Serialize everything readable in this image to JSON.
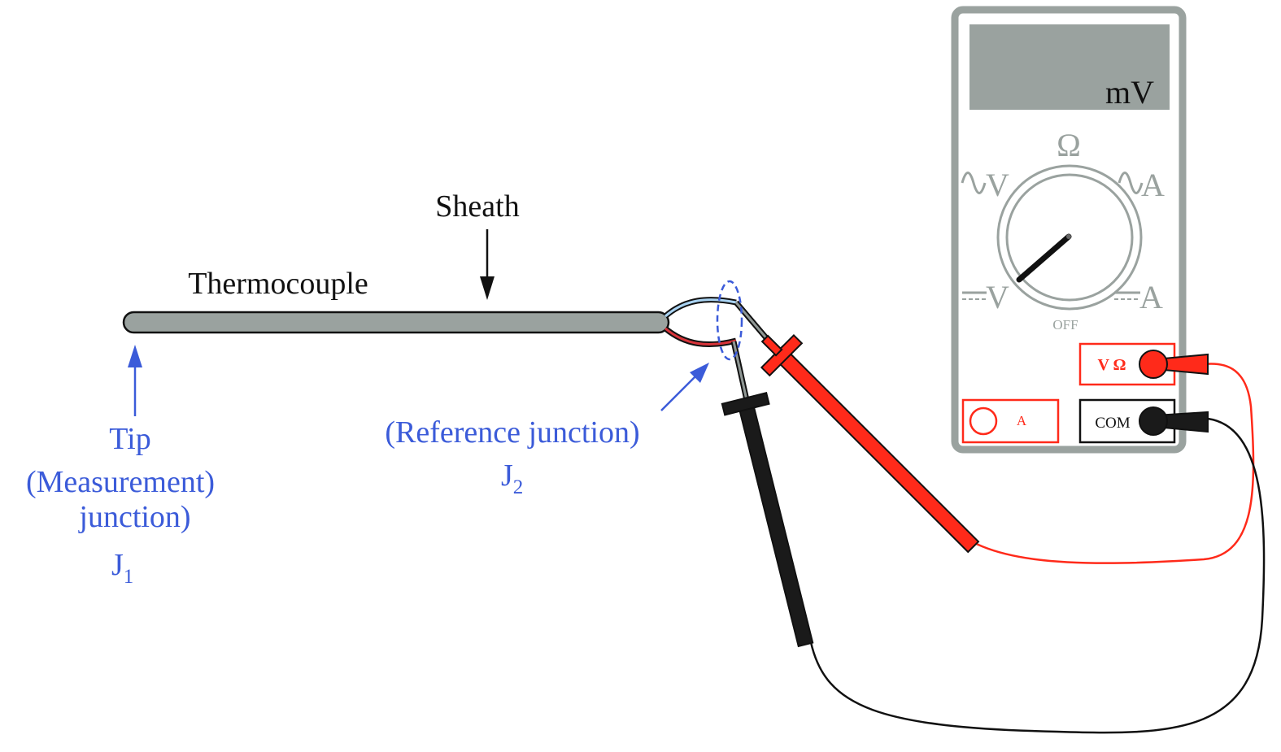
{
  "labels": {
    "sheath": "Sheath",
    "thermocouple": "Thermocouple",
    "tip": "Tip",
    "measurement_line": "(Measurement)",
    "junction_line": "junction)",
    "j1_letter": "J",
    "j1_sub": "1",
    "reference": "(Reference junction)",
    "j2_letter": "J",
    "j2_sub": "2"
  },
  "meter": {
    "display_unit": "mV",
    "dial_ohm": "Ω",
    "dial_ac_v": "V",
    "dial_ac_a": "A",
    "dial_dc_v": "V",
    "dial_dc_a": "A",
    "dial_off": "OFF",
    "jack_v_ohm": "V Ω",
    "jack_a": "A",
    "jack_com": "COM"
  },
  "colors": {
    "sheath": "#9aa29f",
    "label_blue": "#3b5bd9",
    "probe_red": "#ff2a1a",
    "probe_black": "#1a1a1a",
    "meter_body": "#9aa29f"
  }
}
